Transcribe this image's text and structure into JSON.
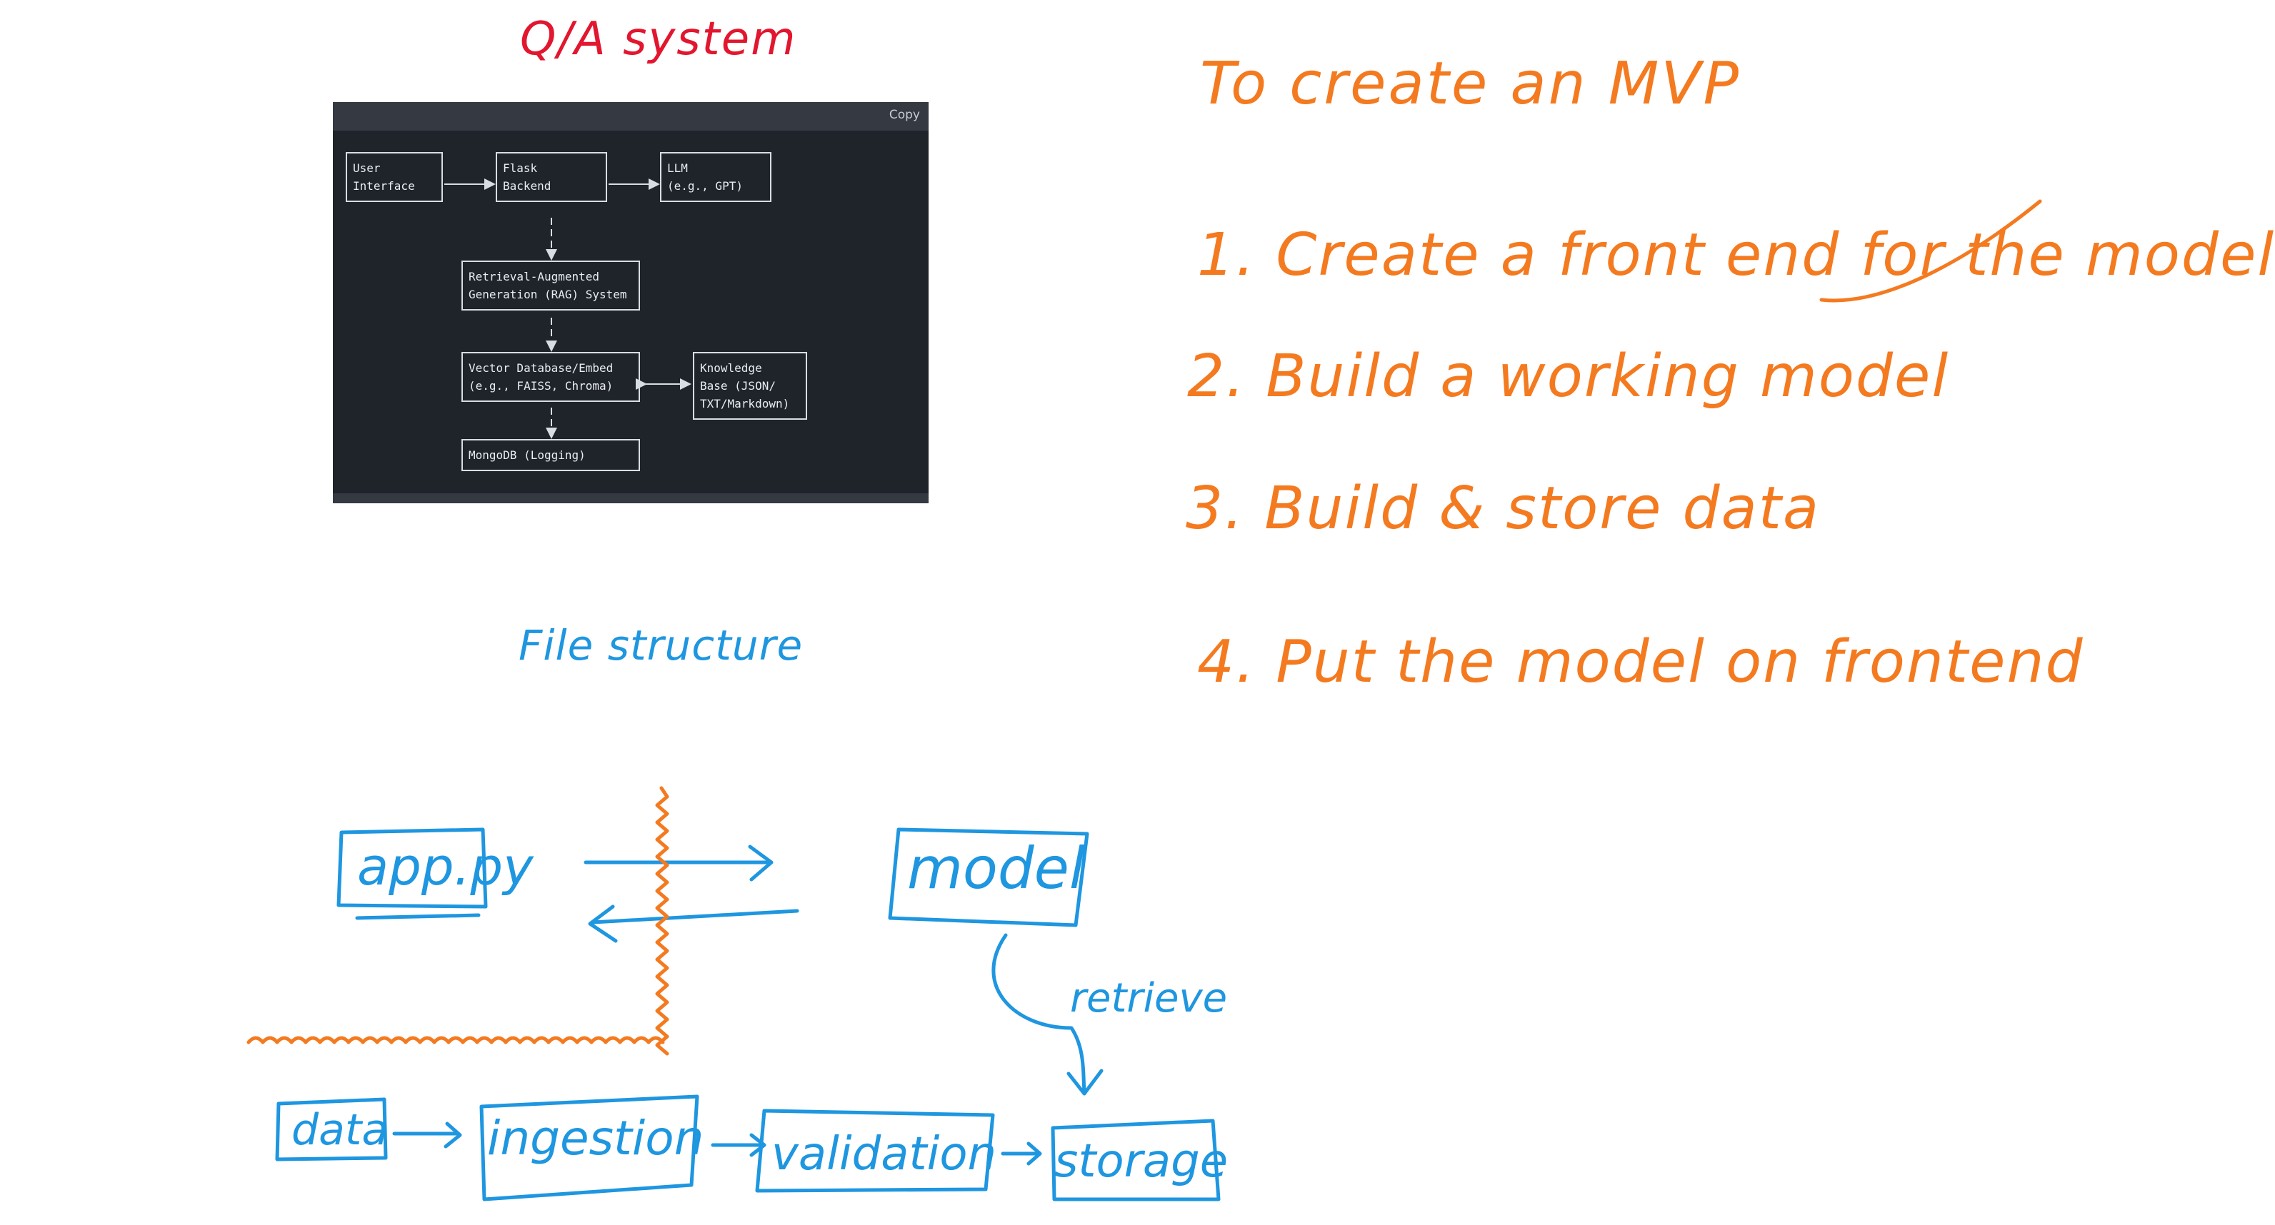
{
  "qa_title": "Q/A system",
  "code_panel": {
    "copy_label": "Copy",
    "boxes": {
      "user_interface": [
        "User",
        "Interface"
      ],
      "flask_backend": [
        "Flask",
        "Backend"
      ],
      "llm": [
        "LLM",
        "(e.g., GPT)"
      ],
      "rag": [
        "Retrieval-Augmented",
        "Generation (RAG) System"
      ],
      "vector_db": [
        "Vector Database/Embed",
        "(e.g., FAISS, Chroma)"
      ],
      "knowledge_base": [
        "Knowledge",
        "Base (JSON/",
        "TXT/Markdown)"
      ],
      "mongodb": [
        "MongoDB (Logging)"
      ]
    }
  },
  "file_structure_title": "File structure",
  "mvp": {
    "title": "To create an MVP",
    "items": [
      "1. Create a front end for the model",
      "2. Build a working model",
      "3. Build & store data",
      "4. Put the model on frontend"
    ]
  },
  "file_diagram": {
    "app": "app.py",
    "model": "model",
    "retrieve": "retrieve",
    "data": "data",
    "ingestion": "ingestion",
    "validation": "validation",
    "storage": "storage"
  },
  "colors": {
    "red": "#e2162e",
    "blue": "#1e96e0",
    "orange": "#f47a20",
    "panel_bg": "#1f232a"
  }
}
